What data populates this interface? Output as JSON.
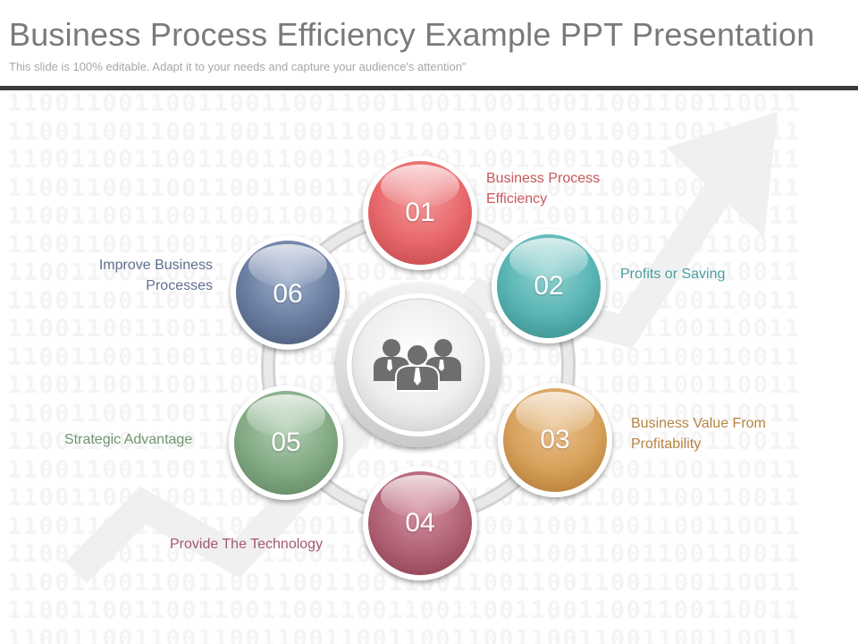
{
  "title": "Business Process Efficiency Example PPT Presentation",
  "subtitle": "This slide is 100% editable. Adapt it to your needs and capture your audience's attention\"",
  "binary_pattern": "11001100110011001100110011001100110011001100110011",
  "center_icon": "people-group-icon",
  "colors": {
    "step1": "#e8696c",
    "step2": "#5ab6b5",
    "step3": "#d7a25c",
    "step4": "#b36477",
    "step5": "#84ab85",
    "step6": "#6b7fa3",
    "ring": "#dcdcdc",
    "title": "#7a7a7a",
    "divider": "#3a3a3a"
  },
  "steps": [
    {
      "number": "01",
      "label_line1": "Business Process",
      "label_line2": "Efficiency",
      "color": "#c9575a"
    },
    {
      "number": "02",
      "label_line1": "Profits or Saving",
      "label_line2": "",
      "color": "#4a9e9e"
    },
    {
      "number": "03",
      "label_line1": "Business Value From",
      "label_line2": "Profitability",
      "color": "#b58440"
    },
    {
      "number": "04",
      "label_line1": "Provide The Technology",
      "label_line2": "",
      "color": "#a45a6e"
    },
    {
      "number": "05",
      "label_line1": "Strategic Advantage",
      "label_line2": "",
      "color": "#6f956f"
    },
    {
      "number": "06",
      "label_line1": "Improve Business",
      "label_line2": "Processes",
      "color": "#5f6f8f"
    }
  ]
}
